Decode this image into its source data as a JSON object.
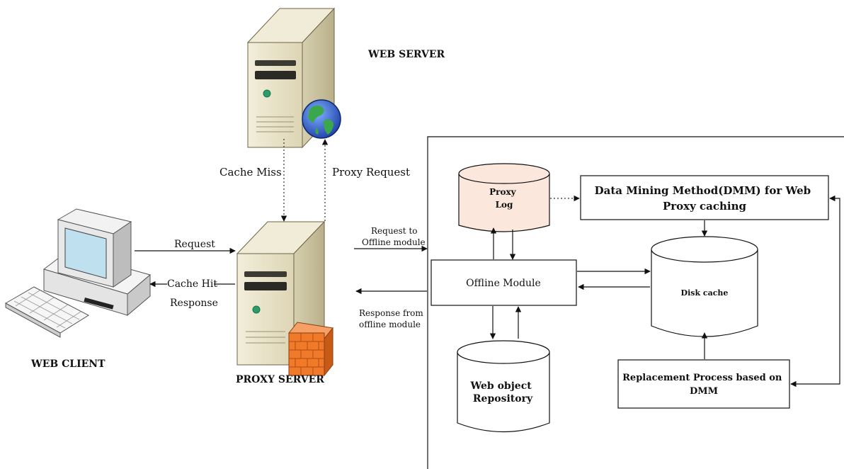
{
  "nodes": {
    "web_server": "WEB  SERVER",
    "web_client": "WEB CLIENT",
    "proxy_server": "PROXY SERVER",
    "proxy_log": [
      "Proxy",
      "Log"
    ],
    "dmm": [
      "Data Mining Method(DMM) for Web",
      "Proxy caching"
    ],
    "offline_module": "Offline Module",
    "disk_cache": "Disk cache",
    "web_object_repository": [
      "Web object",
      "Repository"
    ],
    "replacement_process": [
      "Replacement Process based on",
      "DMM"
    ]
  },
  "edges": {
    "cache_miss": "Cache Miss",
    "proxy_request": "Proxy Request",
    "request": "Request",
    "cache_hit": "Cache Hit",
    "response": "Response",
    "request_to_offline": [
      "Request to",
      "Offline module"
    ],
    "response_from_offline": [
      "Response from",
      "offline module"
    ]
  },
  "colors": {
    "proxy_log_fill": "#fbe7dc",
    "server_body": "#e9e3c6",
    "globe_blue": "#2f5fc9",
    "globe_green": "#3aa84a",
    "firewall": "#f07a2a"
  }
}
